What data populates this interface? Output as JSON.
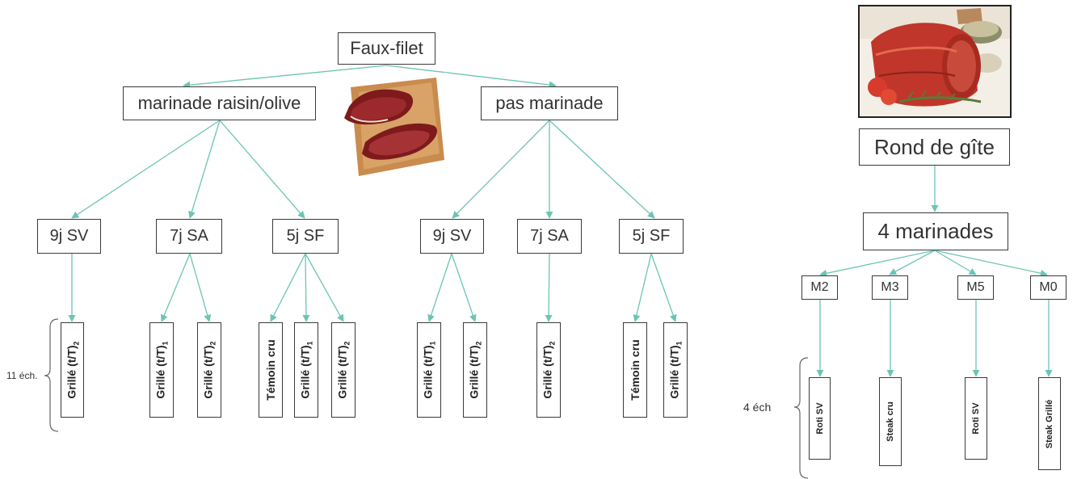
{
  "left_tree": {
    "root": "Faux-filet",
    "marinade": "marinade raisin/olive",
    "no_marinade": "pas marinade",
    "m_9j": "9j SV",
    "m_7j": "7j SA",
    "m_5j": "5j SF",
    "p_9j": "9j SV",
    "p_7j": "7j SA",
    "p_5j": "5j SF",
    "samples_note": "11 éch.",
    "leaves": [
      {
        "label": "Grillé (t/T)",
        "sub": "2"
      },
      {
        "label": "Grillé (t/T)",
        "sub": "1"
      },
      {
        "label": "Grillé (t/T)",
        "sub": "2"
      },
      {
        "label": "Témoin cru",
        "sub": ""
      },
      {
        "label": "Grillé (t/T)",
        "sub": "1"
      },
      {
        "label": "Grillé (t/T)",
        "sub": "2"
      },
      {
        "label": "Grillé (t/T)",
        "sub": "1"
      },
      {
        "label": "Grillé (t/T)",
        "sub": "2"
      },
      {
        "label": "Grillé (t/T)",
        "sub": "2"
      },
      {
        "label": "Témoin cru",
        "sub": ""
      },
      {
        "label": "Grillé (t/T)",
        "sub": "1"
      }
    ]
  },
  "right_tree": {
    "root": "Rond de gîte",
    "marinades": "4 marinades",
    "m2": "M2",
    "m3": "M3",
    "m5": "M5",
    "m0": "M0",
    "samples_note": "4 éch",
    "leaves": [
      "Roti SV",
      "Steak cru",
      "Roti SV",
      "Steak Grillé"
    ]
  },
  "colors": {
    "connector": "#6cc4b3",
    "box_border": "#3a3a3a",
    "brace": "#666666"
  }
}
